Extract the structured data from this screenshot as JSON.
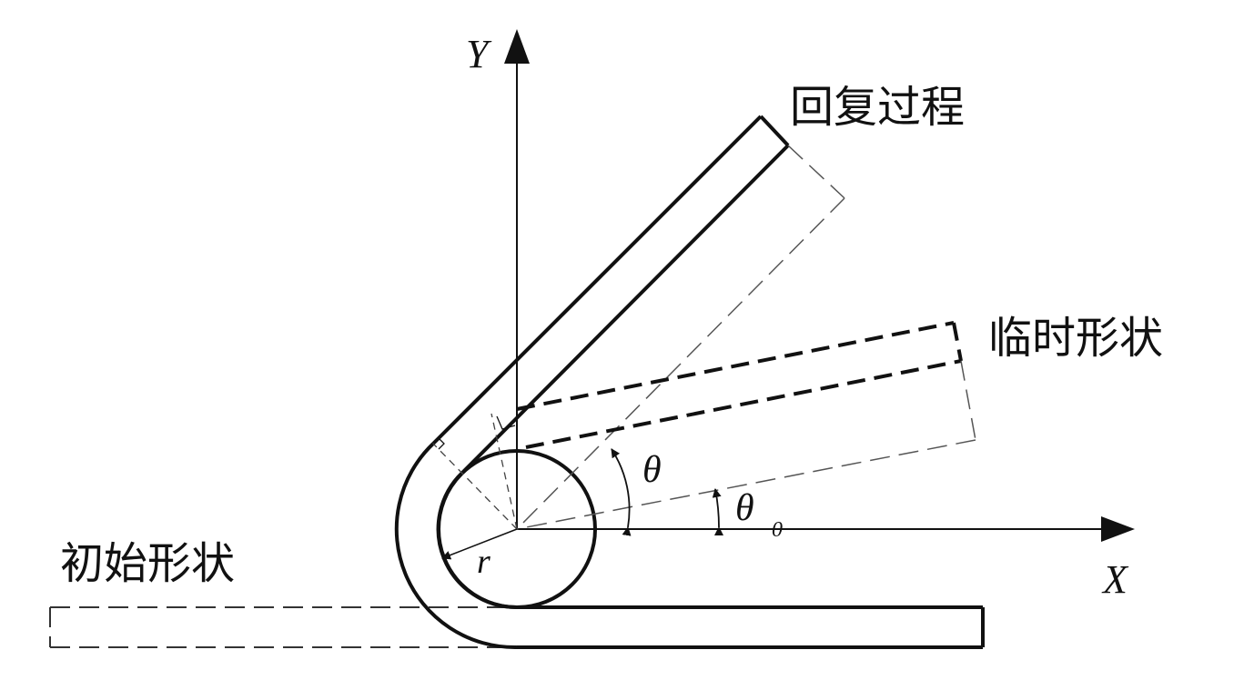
{
  "axes": {
    "x_label": "X",
    "y_label": "Y"
  },
  "labels": {
    "recovery": "回复过程",
    "temporary": "临时形状",
    "initial": "初始形状",
    "radius": "r",
    "theta": "θ",
    "theta0_symbol": "θ",
    "theta0_subscript": "0"
  },
  "colors": {
    "line": "#111111",
    "dash": "#333333",
    "background": "#ffffff"
  }
}
